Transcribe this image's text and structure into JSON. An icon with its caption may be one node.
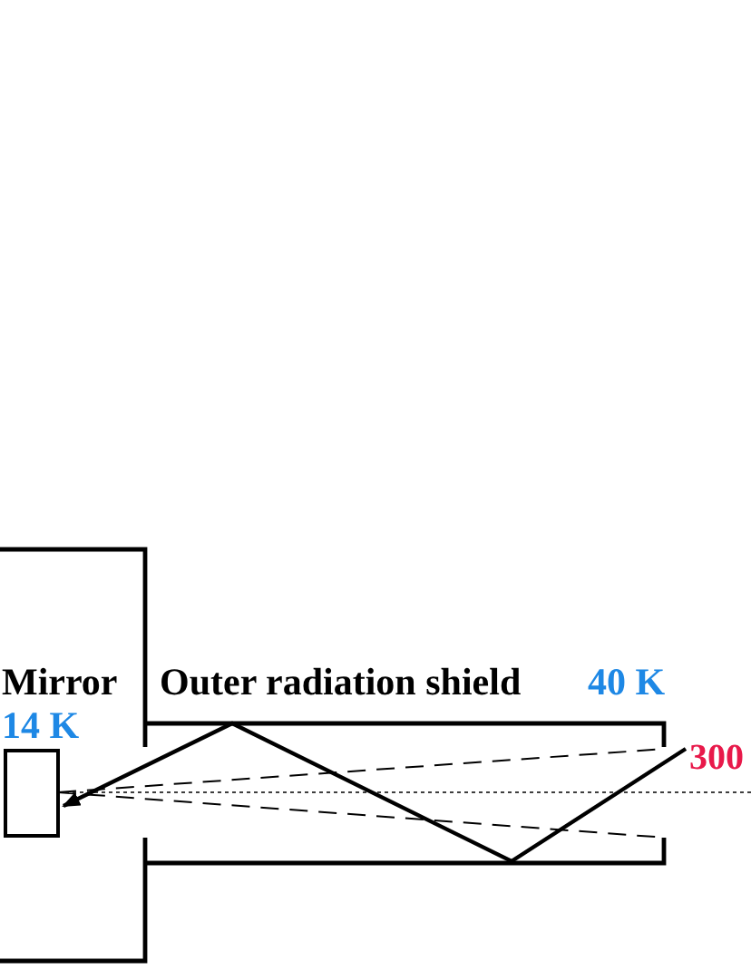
{
  "diagram": {
    "nodes": [
      {
        "text": [
          "Mirror",
          "14 K"
        ]
      },
      {
        "text": [
          "Outer radiation shield",
          "40 K"
        ]
      },
      {
        "text": [
          "300"
        ]
      }
    ],
    "edges": [
      {
        "from": 2,
        "to": 0,
        "arrow": "to"
      }
    ]
  }
}
